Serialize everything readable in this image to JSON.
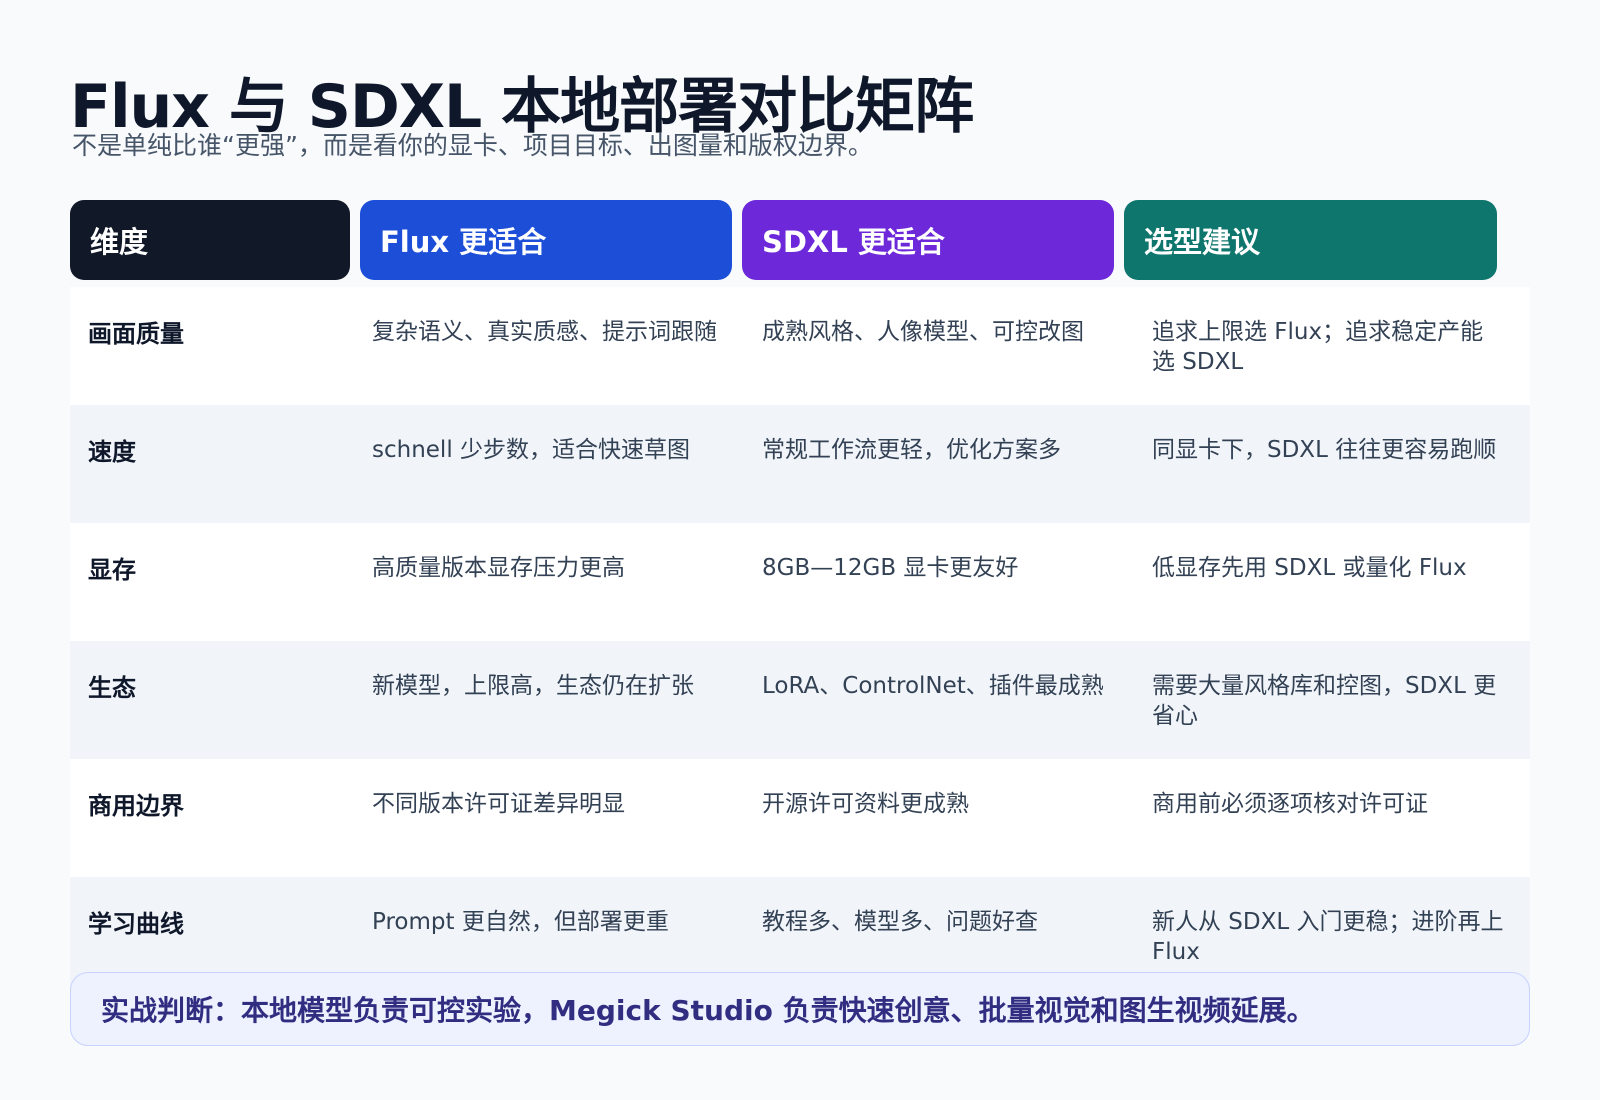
{
  "page": {
    "title": "Flux 与 SDXL 本地部署对比矩阵",
    "subtitle": "不是单纯比谁“更强”，而是看你的显卡、项目目标、出图量和版权边界。"
  },
  "matrix": {
    "columns": [
      {
        "label": "维度",
        "color": "#111827"
      },
      {
        "label": "Flux 更适合",
        "color": "#1d4ed8"
      },
      {
        "label": "SDXL 更适合",
        "color": "#6d28d9"
      },
      {
        "label": "选型建议",
        "color": "#0f766e"
      }
    ],
    "rows": [
      {
        "dimension": "画面质量",
        "flux": "复杂语义、真实质感、提示词跟随",
        "sdxl": "成熟风格、人像模型、可控改图",
        "advice": "追求上限选 Flux；追求稳定产能选 SDXL"
      },
      {
        "dimension": "速度",
        "flux": "schnell 少步数，适合快速草图",
        "sdxl": "常规工作流更轻，优化方案多",
        "advice": "同显卡下，SDXL 往往更容易跑顺"
      },
      {
        "dimension": "显存",
        "flux": "高质量版本显存压力更高",
        "sdxl": "8GB—12GB 显卡更友好",
        "advice": "低显存先用 SDXL 或量化 Flux"
      },
      {
        "dimension": "生态",
        "flux": "新模型，上限高，生态仍在扩张",
        "sdxl": "LoRA、ControlNet、插件最成熟",
        "advice": "需要大量风格库和控图，SDXL 更省心"
      },
      {
        "dimension": "商用边界",
        "flux": "不同版本许可证差异明显",
        "sdxl": "开源许可资料更成熟",
        "advice": "商用前必须逐项核对许可证"
      },
      {
        "dimension": "学习曲线",
        "flux": "Prompt 更自然，但部署更重",
        "sdxl": "教程多、模型多、问题好查",
        "advice": "新人从 SDXL 入门更稳；进阶再上 Flux"
      }
    ]
  },
  "callout": {
    "text": "实战判断：本地模型负责可控实验，Megick Studio 负责快速创意、批量视觉和图生视频延展。"
  }
}
